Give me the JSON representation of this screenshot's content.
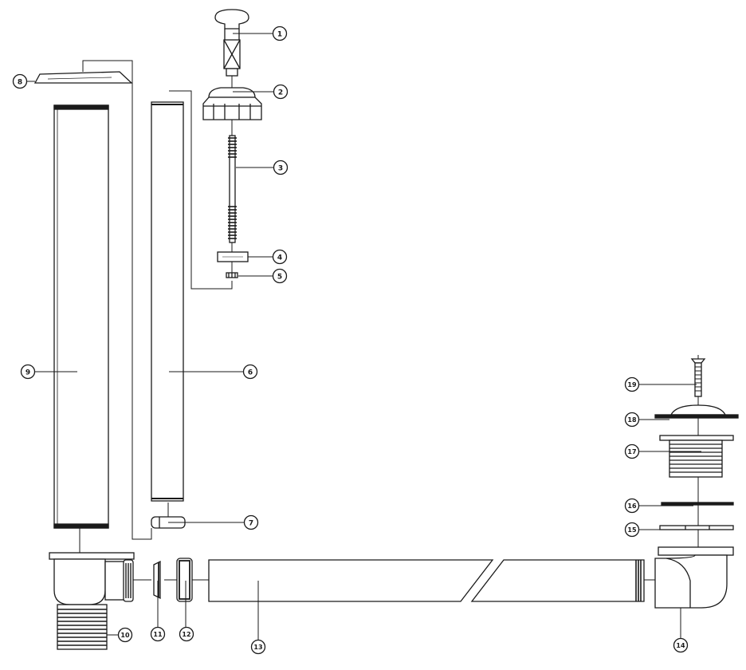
{
  "diagram": {
    "type": "exploded-parts-drawing",
    "stroke_color": "#1a1a1a",
    "fill_color": "#ffffff",
    "callouts": [
      {
        "number": "1"
      },
      {
        "number": "2"
      },
      {
        "number": "3"
      },
      {
        "number": "4"
      },
      {
        "number": "5"
      },
      {
        "number": "6"
      },
      {
        "number": "7"
      },
      {
        "number": "8"
      },
      {
        "number": "9"
      },
      {
        "number": "10"
      },
      {
        "number": "11"
      },
      {
        "number": "12"
      },
      {
        "number": "13"
      },
      {
        "number": "14"
      },
      {
        "number": "15"
      },
      {
        "number": "16"
      },
      {
        "number": "17"
      },
      {
        "number": "18"
      },
      {
        "number": "19"
      }
    ]
  }
}
